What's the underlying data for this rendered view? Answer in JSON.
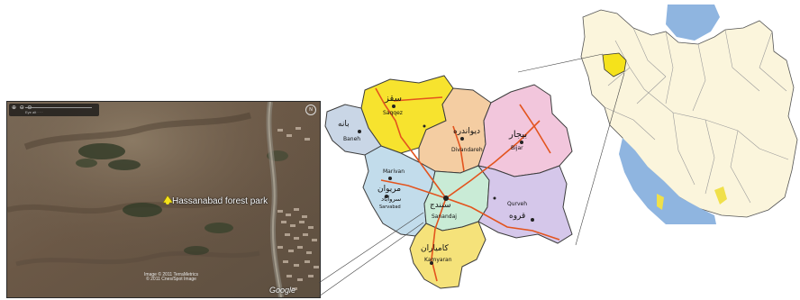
{
  "satellite": {
    "park_label": "Hassanabad forest park",
    "credit_lines": [
      "Image © 2011 TerraMetrics",
      "© 2011 Cnes/Spot Image"
    ],
    "logo": "Google",
    "toolbar_icons": "⊕ ⊖ ⊙",
    "toolbar_text": "Eye alt · · ·",
    "compass_label": "N"
  },
  "province": {
    "regions": [
      {
        "id": "saqqez",
        "fa": "سقز",
        "en": "Saqqez",
        "color": "#f7e32e"
      },
      {
        "id": "baneh",
        "fa": "بانه",
        "en": "Baneh",
        "color": "#c9d6e6"
      },
      {
        "id": "divandareh",
        "fa": "دیواندره",
        "en": "Divandareh",
        "color": "#f4cda2"
      },
      {
        "id": "bijar",
        "fa": "بیجار",
        "en": "Bijar",
        "color": "#f2c6dc"
      },
      {
        "id": "marivan",
        "fa": "مریوان",
        "en": "Marivan",
        "color": "#c2dceb"
      },
      {
        "id": "sarvabad",
        "fa": "سروآباد",
        "en": "Sarvabad",
        "color": "#c2dceb"
      },
      {
        "id": "sanandaj",
        "fa": "سنندج",
        "en": "Sanandaj",
        "color": "#c9ebd6"
      },
      {
        "id": "qorveh",
        "fa": "قروه",
        "en": "Qurveh",
        "color": "#d5c7ea"
      },
      {
        "id": "kamyaran",
        "fa": "کامیاران",
        "en": "Kamyaran",
        "color": "#f5e27a"
      }
    ],
    "roads_color": "#e3541e",
    "border_color": "#3c3c3c"
  },
  "iran": {
    "land_color": "#fbf5dc",
    "water_color": "#8fb5e0",
    "highlight_color": "#f5e21b"
  }
}
